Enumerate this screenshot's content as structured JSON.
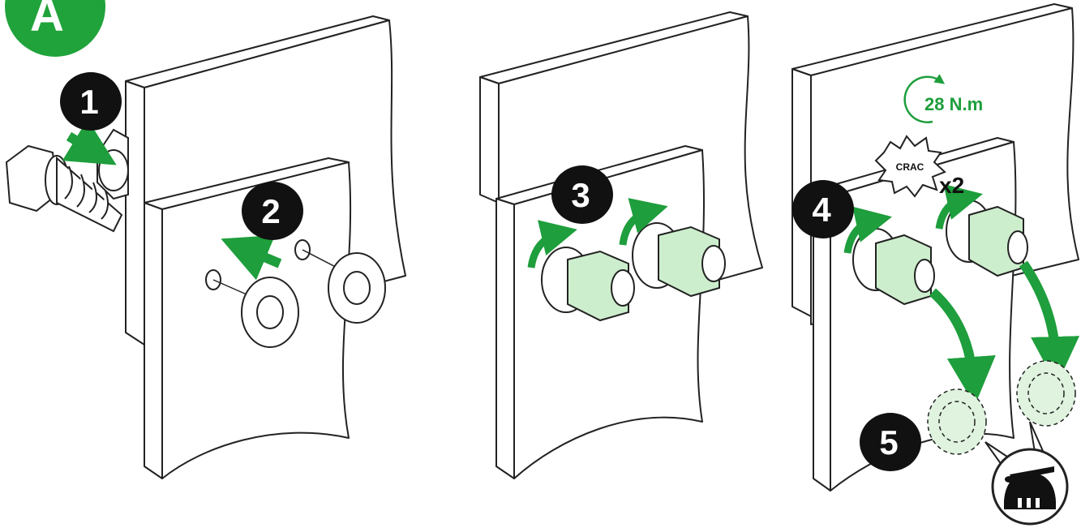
{
  "diagram": {
    "badge": {
      "text": "A",
      "color": "#1fa33a"
    },
    "steps": [
      {
        "number": "1"
      },
      {
        "number": "2"
      },
      {
        "number": "3"
      },
      {
        "number": "4"
      },
      {
        "number": "5"
      }
    ],
    "torque": {
      "text": "28 N.m"
    },
    "sound": {
      "text": "CRAC"
    },
    "multiplier": {
      "text": "x2"
    },
    "icons": [
      "bolt-icon",
      "washer-icon",
      "nut-icon",
      "rotate-arrow-icon",
      "push-arrow-icon",
      "broken-nut-icon",
      "brush-cleaning-icon"
    ],
    "colors": {
      "accent_green": "#1e9e3c",
      "light_green": "#cdeecd",
      "step_black": "#111111",
      "outline": "#222222"
    }
  }
}
